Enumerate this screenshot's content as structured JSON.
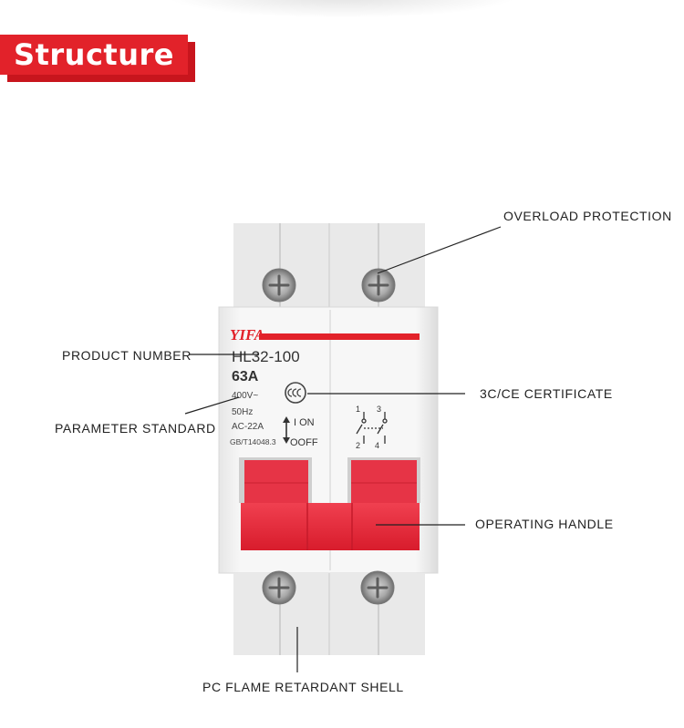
{
  "banner": {
    "title": "Structure"
  },
  "device": {
    "brand": "YIFA",
    "model": "HL32-100",
    "current": "63A",
    "voltage": "400V~",
    "frequency": "50Hz",
    "category": "AC-22A",
    "standard": "GB/T14048.3",
    "on_label": "I  ON",
    "off_label": "OOFF",
    "terminal_1": "1",
    "terminal_2": "2",
    "terminal_3": "3",
    "terminal_4": "4"
  },
  "labels": {
    "overload": "OVERLOAD PROTECTION",
    "product_number": "PRODUCT NUMBER",
    "certificate": "3C/CE CERTIFICATE",
    "parameter": "PARAMETER STANDARD",
    "handle": "OPERATING HANDLE",
    "shell": "PC FLAME RETARDANT SHELL"
  },
  "colors": {
    "accent": "#e2222a",
    "handle": "#e8283a",
    "shell": "#f3f3f3"
  }
}
